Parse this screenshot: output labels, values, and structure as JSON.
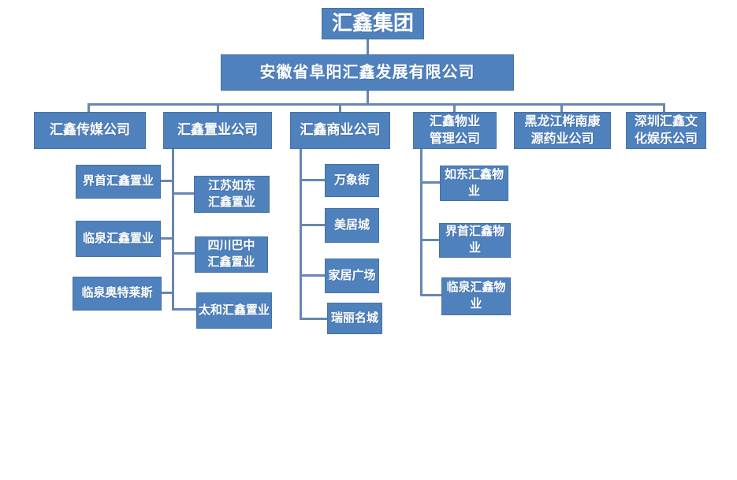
{
  "meta": {
    "type": "org-chart",
    "background": "#ffffff"
  },
  "colors": {
    "node_fill": "#4f81bd",
    "node_border": "#4572a7",
    "connector": "#6687b3",
    "text": "#ffffff"
  },
  "org_chart": {
    "root": {
      "label": "汇鑫集团"
    },
    "parent": {
      "label": "安徽省阜阳汇鑫发展有限公司"
    },
    "divisions": [
      {
        "label": "汇鑫传媒公司"
      },
      {
        "label": "汇鑫置业公司"
      },
      {
        "label": "汇鑫商业公司"
      },
      {
        "label": "汇鑫物业\n管理公司"
      },
      {
        "label": "黑龙江桦南康\n源药业公司"
      },
      {
        "label": "深圳汇鑫文\n化娱乐公司"
      }
    ],
    "realestate_left": [
      {
        "label": "界首汇鑫置业"
      },
      {
        "label": "临泉汇鑫置业"
      },
      {
        "label": "临泉奥特莱斯"
      }
    ],
    "realestate_right": [
      {
        "label": "江苏如东\n汇鑫置业"
      },
      {
        "label": "四川巴中\n汇鑫置业"
      },
      {
        "label": "太和汇鑫置业"
      }
    ],
    "commercial_subs": [
      {
        "label": "万象街"
      },
      {
        "label": "美居城"
      },
      {
        "label": "家居广场"
      },
      {
        "label": "瑞丽名城"
      }
    ],
    "property_subs": [
      {
        "label": "如东汇鑫物\n业"
      },
      {
        "label": "界首汇鑫物业"
      },
      {
        "label": "临泉汇鑫物\n业"
      }
    ]
  }
}
